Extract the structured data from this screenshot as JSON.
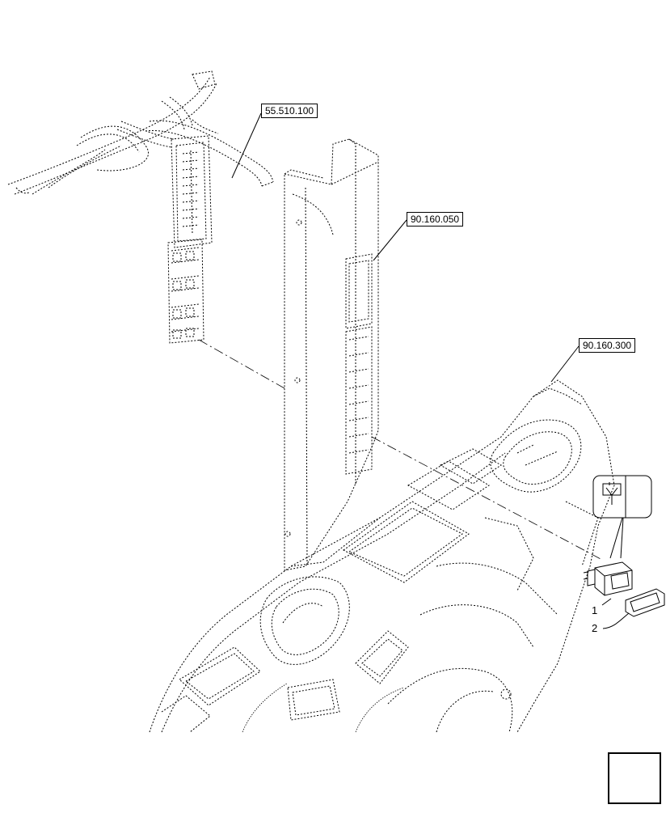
{
  "references": {
    "ref_55510100": "55.510.100",
    "ref_90160050": "90.160.050",
    "ref_90160300": "90.160.300"
  },
  "callouts": {
    "item_1": "1",
    "item_2": "2"
  },
  "icons": {
    "switch_symbol": "wiper-symbol-icon",
    "navigation": "arrow-nav-icon"
  },
  "colors": {
    "line": "#000000",
    "background": "#ffffff"
  }
}
